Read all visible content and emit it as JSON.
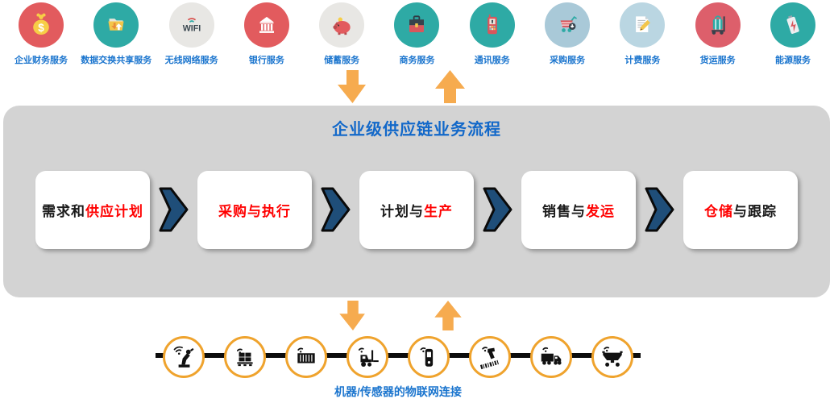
{
  "title": "企业级供应链业务流程",
  "top_services": [
    {
      "label": "企业财务服务",
      "icon": "money-bag-icon",
      "circle_color": "#E25B5E"
    },
    {
      "label": "数据交换共享服务",
      "icon": "folder-transfer-icon",
      "circle_color": "#2EAAA5"
    },
    {
      "label": "无线网络服务",
      "icon": "wifi-icon",
      "circle_color": "#E8E7E4"
    },
    {
      "label": "银行服务",
      "icon": "bank-icon",
      "circle_color": "#E25B5E"
    },
    {
      "label": "储蓄服务",
      "icon": "piggy-bank-icon",
      "circle_color": "#E8E7E4"
    },
    {
      "label": "商务服务",
      "icon": "briefcase-icon",
      "circle_color": "#2EAAA5"
    },
    {
      "label": "通讯服务",
      "icon": "mobile-phone-icon",
      "circle_color": "#2EAAA5"
    },
    {
      "label": "采购服务",
      "icon": "shopping-cart-icon",
      "circle_color": "#A9C9D8"
    },
    {
      "label": "计费服务",
      "icon": "document-pencil-icon",
      "circle_color": "#BAD6E2"
    },
    {
      "label": "货运服务",
      "icon": "luggage-cart-icon",
      "circle_color": "#DD5F6B"
    },
    {
      "label": "能源服务",
      "icon": "battery-icon",
      "circle_color": "#2EAAA5"
    }
  ],
  "flow": {
    "boxes": [
      {
        "prefix": "需求和",
        "highlight": "供应计划",
        "suffix": ""
      },
      {
        "prefix": "",
        "highlight": "采购与执行",
        "suffix": ""
      },
      {
        "prefix": "计划与",
        "highlight": "生产",
        "suffix": ""
      },
      {
        "prefix": "销售与",
        "highlight": "发运",
        "suffix": ""
      },
      {
        "prefix": "",
        "highlight": "仓储",
        "suffix": "与跟踪"
      }
    ]
  },
  "bottom": {
    "label": "机器/传感器的物联网连接",
    "devices": [
      {
        "icon": "robot-arm-icon"
      },
      {
        "icon": "pallet-icon"
      },
      {
        "icon": "container-icon"
      },
      {
        "icon": "forklift-icon"
      },
      {
        "icon": "handheld-terminal-icon"
      },
      {
        "icon": "barcode-scanner-icon"
      },
      {
        "icon": "truck-icon"
      },
      {
        "icon": "hopper-wagon-icon"
      }
    ]
  },
  "colors": {
    "label_blue": "#1B75CE",
    "title_blue": "#1268C9",
    "highlight_red": "#FF0000",
    "text_black": "#1A1A1A",
    "panel_gray": "#D3D3D3",
    "arrow_orange": "#F6AB4F",
    "chevron_navy": "#1F4E79",
    "ring_orange": "#EFA32D",
    "line_black": "#0C0C0C"
  }
}
